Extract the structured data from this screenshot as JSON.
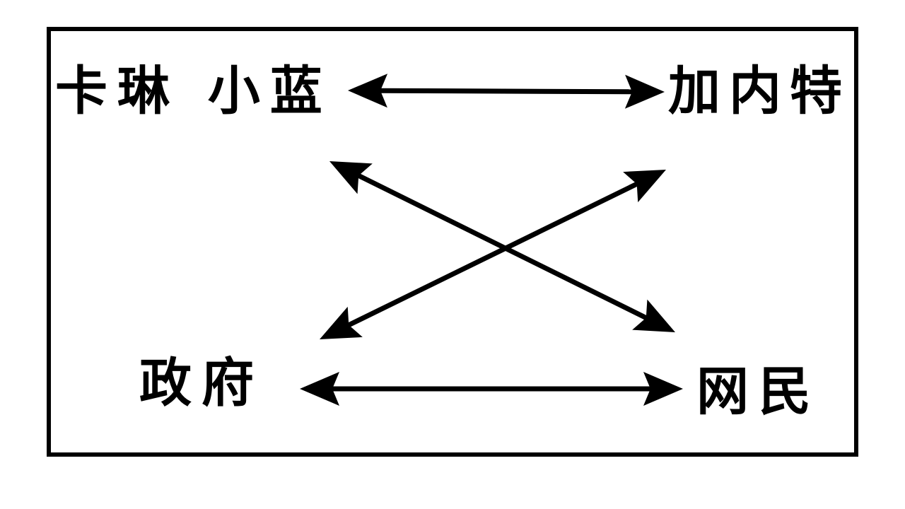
{
  "diagram": {
    "nodes": {
      "top_left": "卡琳 小蓝",
      "top_right": "加内特",
      "bottom_left": "政府",
      "bottom_right": "网民"
    },
    "edges": [
      {
        "from": "top_left",
        "to": "top_right",
        "direction": "both"
      },
      {
        "from": "bottom_left",
        "to": "bottom_right",
        "direction": "both"
      },
      {
        "from": "top_left",
        "to": "bottom_right",
        "direction": "both"
      },
      {
        "from": "bottom_left",
        "to": "top_right",
        "direction": "both"
      }
    ]
  },
  "colors": {
    "stroke": "#000000",
    "background": "#ffffff"
  }
}
